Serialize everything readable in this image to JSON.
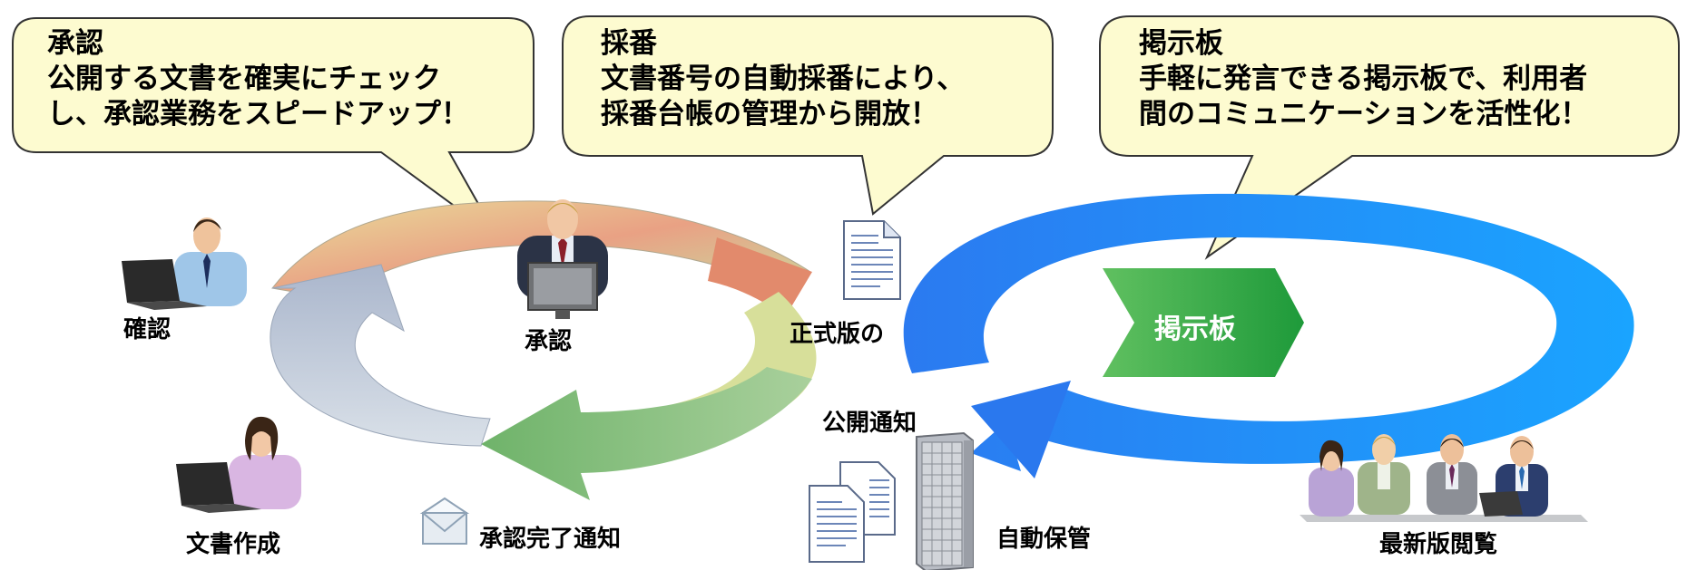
{
  "bubbles": {
    "approval": {
      "title": "承認",
      "line1": "公開する文書を確実にチェック",
      "line2": "し、承認業務をスピードアップ！"
    },
    "numbering": {
      "title": "採番",
      "line1": "文書番号の自動採番により、",
      "line2": "採番台帳の管理から開放！"
    },
    "board": {
      "title": "掲示板",
      "line1": "手軽に発言できる掲示板で、利用者",
      "line2": "間のコミュニケーションを活性化！"
    }
  },
  "labels": {
    "confirm": "確認",
    "approve": "承認",
    "official": "正式版の",
    "publish_notice": "公開通知",
    "create_doc": "文書作成",
    "approval_done": "承認完了通知",
    "auto_storage": "自動保管",
    "latest_view": "最新版閲覧",
    "board_arrow": "掲示板"
  },
  "colors": {
    "bubble_fill": "#fdfbd0",
    "bubble_stroke": "#333333",
    "cycle_blue": "#2a78ee",
    "board_green": "#3cb043"
  }
}
